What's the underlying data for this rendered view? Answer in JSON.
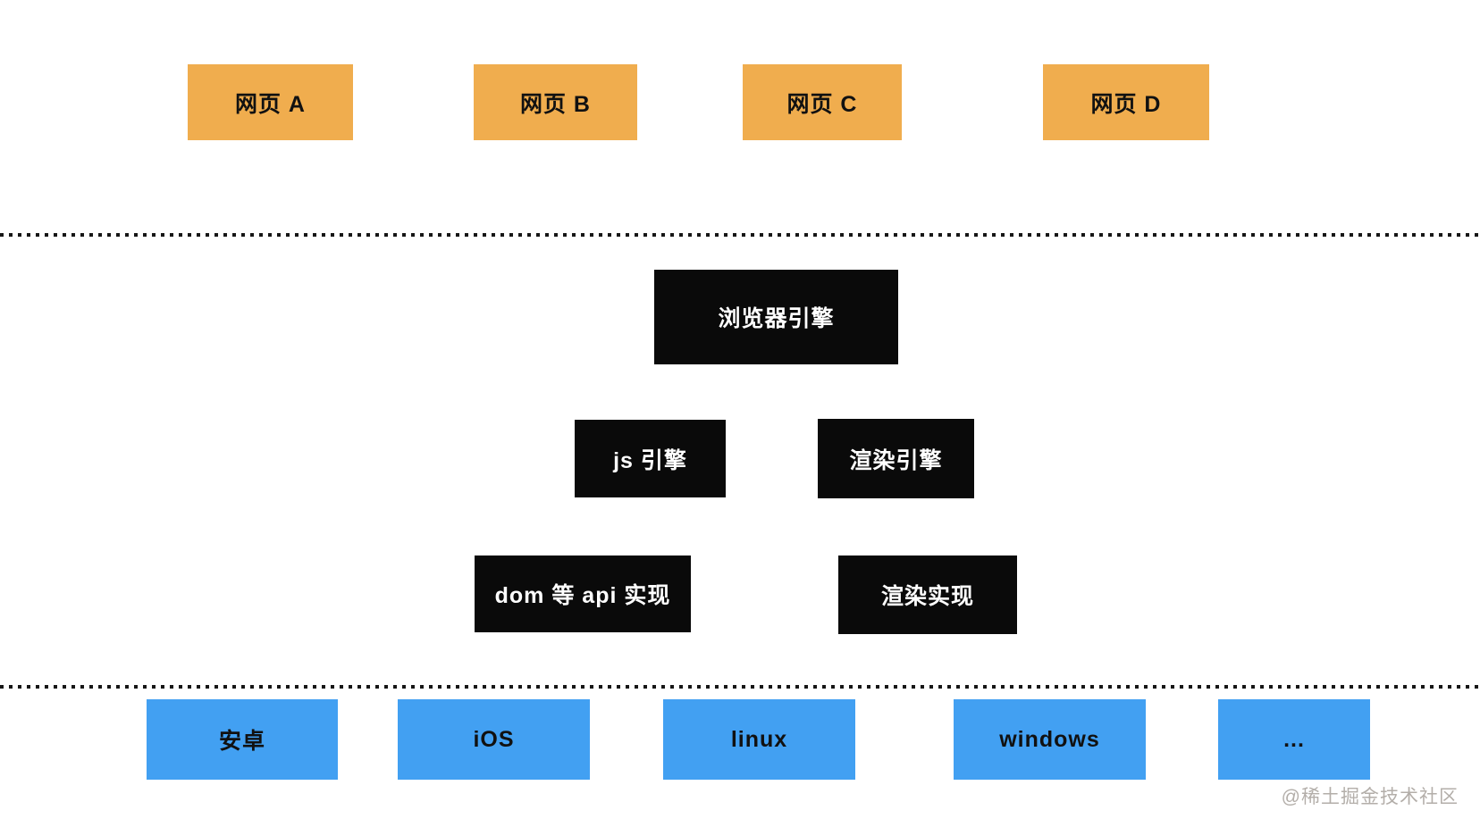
{
  "diagram": {
    "web_pages": [
      "网页 A",
      "网页 B",
      "网页 C",
      "网页 D"
    ],
    "browser_engine": "浏览器引擎",
    "engines": {
      "js": "js 引擎",
      "render": "渲染引擎"
    },
    "implementations": {
      "dom_api": "dom 等 api 实现",
      "render_impl": "渲染实现"
    },
    "platforms": [
      "安卓",
      "iOS",
      "linux",
      "windows",
      "..."
    ],
    "watermark": "@稀土掘金技术社区",
    "colors": {
      "web_page_bg": "#F0AD4E",
      "engine_bg": "#0A0A0A",
      "platform_bg": "#42A0F2",
      "dotted_line": "#161616",
      "watermark_text": "#B3AEA9"
    }
  }
}
